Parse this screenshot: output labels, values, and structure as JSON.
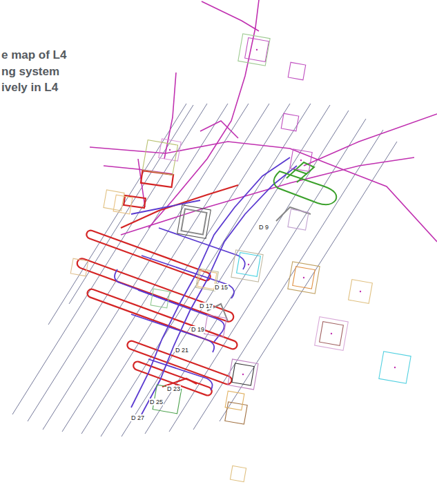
{
  "diagram": {
    "title": "e map of L4 ng system ively in L4",
    "labels": [
      "D 9",
      "D 15",
      "D 17",
      "D 19",
      "D 21",
      "D 23",
      "D 25",
      "D 27"
    ]
  }
}
